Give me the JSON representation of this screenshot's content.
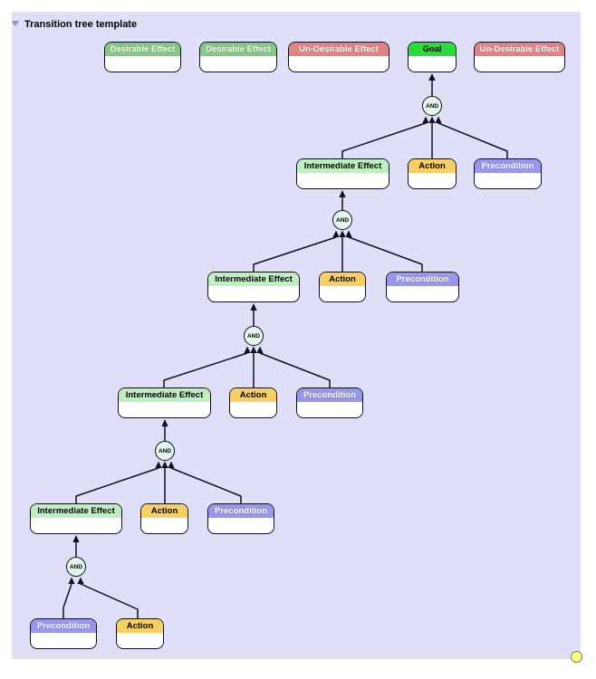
{
  "title": "Transition tree template",
  "colors": {
    "page_bg": "#ffffff",
    "canvas_bg": "#dfdff8",
    "edge_color": "#11101f",
    "junctor_fill": "#e4f7ec",
    "handle_fill": "#ffff8c",
    "handle_stroke": "#86862f",
    "disclosure_color": "#9191c5",
    "title_color": "#000000"
  },
  "node_types": {
    "desirable": {
      "header_bg": "#82c982",
      "header_text": "#ffffff"
    },
    "undesirable": {
      "header_bg": "#e28383",
      "header_text": "#ffffff"
    },
    "goal": {
      "header_bg": "#2adb3e",
      "header_text": "#000000"
    },
    "intermediate": {
      "header_bg": "#beefc0",
      "header_text": "#000000"
    },
    "action": {
      "header_bg": "#f7cf63",
      "header_text": "#000000"
    },
    "precondition": {
      "header_bg": "#9697ed",
      "header_text": "#ffffff"
    }
  },
  "nodes": [
    {
      "label": "Desirable Effect",
      "type": "desirable"
    },
    {
      "label": "Desirable Effect",
      "type": "desirable"
    },
    {
      "label": "Un-Desirable Effect",
      "type": "undesirable"
    },
    {
      "label": "Goal",
      "type": "goal"
    },
    {
      "label": "Un-Desirable Effect",
      "type": "undesirable"
    },
    {
      "label": "Intermediate Effect",
      "type": "intermediate"
    },
    {
      "label": "Action",
      "type": "action"
    },
    {
      "label": "Precondition",
      "type": "precondition"
    },
    {
      "label": "Intermediate Effect",
      "type": "intermediate"
    },
    {
      "label": "Action",
      "type": "action"
    },
    {
      "label": "Precondition",
      "type": "precondition"
    },
    {
      "label": "Intermediate Effect",
      "type": "intermediate"
    },
    {
      "label": "Action",
      "type": "action"
    },
    {
      "label": "Precondition",
      "type": "precondition"
    },
    {
      "label": "Intermediate Effect",
      "type": "intermediate"
    },
    {
      "label": "Action",
      "type": "action"
    },
    {
      "label": "Precondition",
      "type": "precondition"
    },
    {
      "label": "Precondition",
      "type": "precondition"
    },
    {
      "label": "Action",
      "type": "action"
    }
  ],
  "junctors": [
    {
      "label": "AND"
    },
    {
      "label": "AND"
    },
    {
      "label": "AND"
    },
    {
      "label": "AND"
    },
    {
      "label": "AND"
    }
  ]
}
